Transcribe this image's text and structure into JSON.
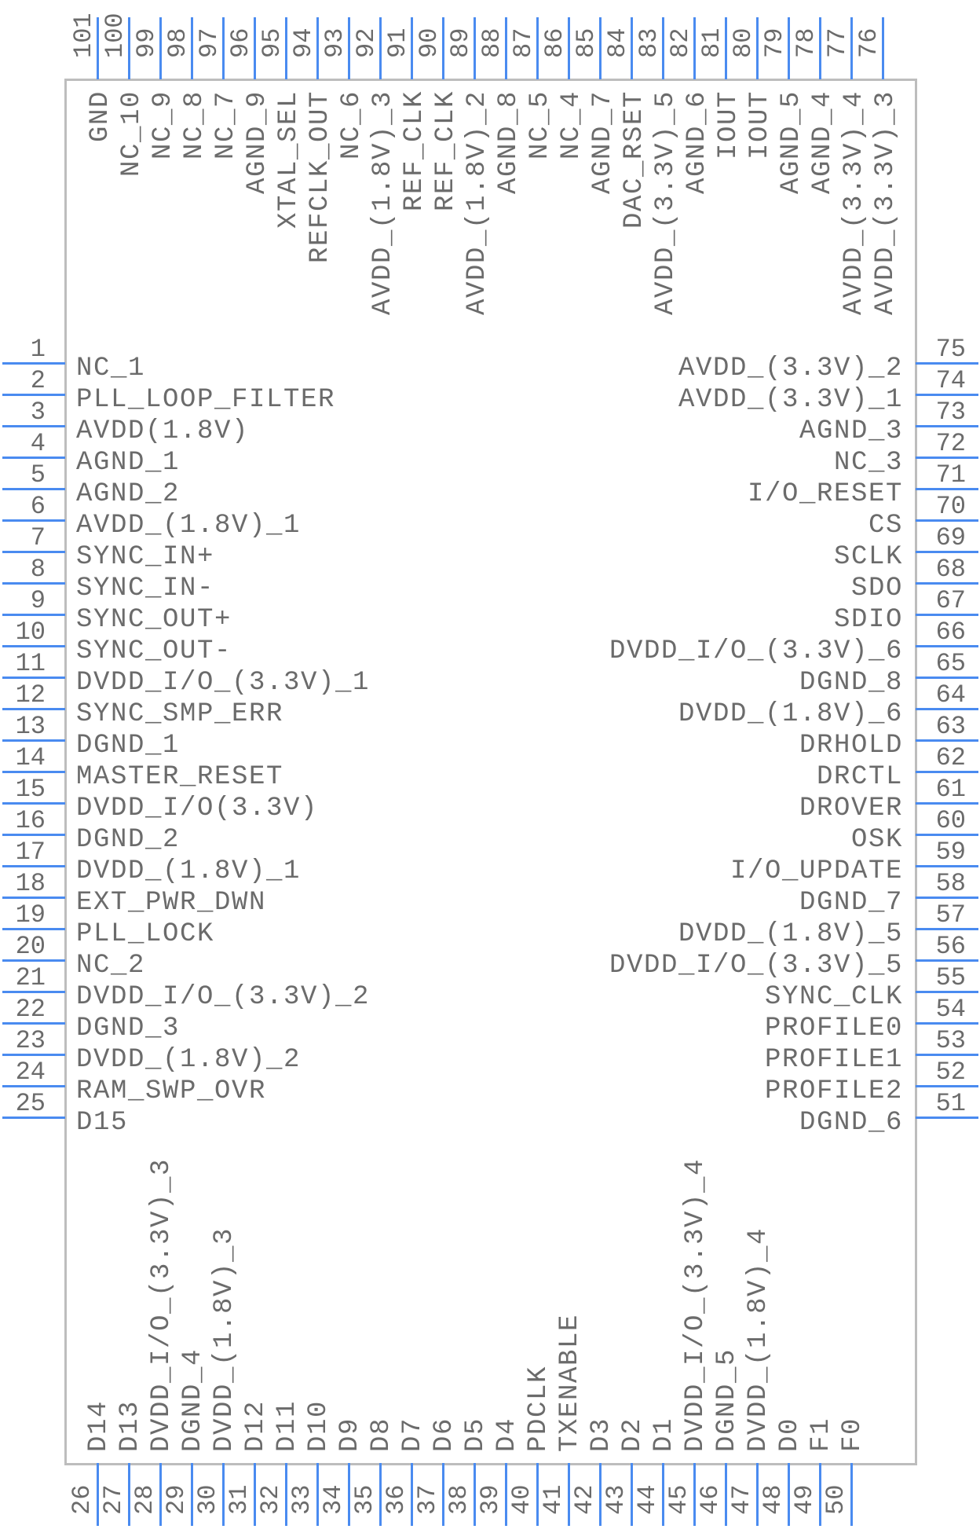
{
  "colors": {
    "pin": "#4a8bf0",
    "body_border": "#bdbdbd",
    "text": "#6b6b6b"
  },
  "pins": {
    "left": [
      {
        "num": "1",
        "name": "NC_1"
      },
      {
        "num": "2",
        "name": "PLL_LOOP_FILTER"
      },
      {
        "num": "3",
        "name": "AVDD(1.8V)"
      },
      {
        "num": "4",
        "name": "AGND_1"
      },
      {
        "num": "5",
        "name": "AGND_2"
      },
      {
        "num": "6",
        "name": "AVDD_(1.8V)_1"
      },
      {
        "num": "7",
        "name": "SYNC_IN+"
      },
      {
        "num": "8",
        "name": "SYNC_IN-"
      },
      {
        "num": "9",
        "name": "SYNC_OUT+"
      },
      {
        "num": "10",
        "name": "SYNC_OUT-"
      },
      {
        "num": "11",
        "name": "DVDD_I/O_(3.3V)_1"
      },
      {
        "num": "12",
        "name": "SYNC_SMP_ERR"
      },
      {
        "num": "13",
        "name": "DGND_1"
      },
      {
        "num": "14",
        "name": "MASTER_RESET"
      },
      {
        "num": "15",
        "name": "DVDD_I/O(3.3V)"
      },
      {
        "num": "16",
        "name": "DGND_2"
      },
      {
        "num": "17",
        "name": "DVDD_(1.8V)_1"
      },
      {
        "num": "18",
        "name": "EXT_PWR_DWN"
      },
      {
        "num": "19",
        "name": "PLL_LOCK"
      },
      {
        "num": "20",
        "name": "NC_2"
      },
      {
        "num": "21",
        "name": "DVDD_I/O_(3.3V)_2"
      },
      {
        "num": "22",
        "name": "DGND_3"
      },
      {
        "num": "23",
        "name": "DVDD_(1.8V)_2"
      },
      {
        "num": "24",
        "name": "RAM_SWP_OVR"
      },
      {
        "num": "25",
        "name": "D15"
      }
    ],
    "right": [
      {
        "num": "75",
        "name": "AVDD_(3.3V)_2"
      },
      {
        "num": "74",
        "name": "AVDD_(3.3V)_1"
      },
      {
        "num": "73",
        "name": "AGND_3"
      },
      {
        "num": "72",
        "name": "NC_3"
      },
      {
        "num": "71",
        "name": "I/O_RESET"
      },
      {
        "num": "70",
        "name": "CS"
      },
      {
        "num": "69",
        "name": "SCLK"
      },
      {
        "num": "68",
        "name": "SDO"
      },
      {
        "num": "67",
        "name": "SDIO"
      },
      {
        "num": "66",
        "name": "DVDD_I/O_(3.3V)_6"
      },
      {
        "num": "65",
        "name": "DGND_8"
      },
      {
        "num": "64",
        "name": "DVDD_(1.8V)_6"
      },
      {
        "num": "63",
        "name": "DRHOLD"
      },
      {
        "num": "62",
        "name": "DRCTL"
      },
      {
        "num": "61",
        "name": "DROVER"
      },
      {
        "num": "60",
        "name": "OSK"
      },
      {
        "num": "59",
        "name": "I/O_UPDATE"
      },
      {
        "num": "58",
        "name": "DGND_7"
      },
      {
        "num": "57",
        "name": "DVDD_(1.8V)_5"
      },
      {
        "num": "56",
        "name": "DVDD_I/O_(3.3V)_5"
      },
      {
        "num": "55",
        "name": "SYNC_CLK"
      },
      {
        "num": "54",
        "name": "PROFILE0"
      },
      {
        "num": "53",
        "name": "PROFILE1"
      },
      {
        "num": "52",
        "name": "PROFILE2"
      },
      {
        "num": "51",
        "name": "DGND_6"
      }
    ],
    "top": [
      {
        "num": "101",
        "name": "GND"
      },
      {
        "num": "100",
        "name": "NC_10"
      },
      {
        "num": "99",
        "name": "NC_9"
      },
      {
        "num": "98",
        "name": "NC_8"
      },
      {
        "num": "97",
        "name": "NC_7"
      },
      {
        "num": "96",
        "name": "AGND_9"
      },
      {
        "num": "95",
        "name": "XTAL_SEL"
      },
      {
        "num": "94",
        "name": "REFCLK_OUT"
      },
      {
        "num": "93",
        "name": "NC_6"
      },
      {
        "num": "92",
        "name": "AVDD_(1.8V)_3"
      },
      {
        "num": "91",
        "name": "REF_CLK"
      },
      {
        "num": "90",
        "name": "REF_CLK"
      },
      {
        "num": "89",
        "name": "AVDD_(1.8V)_2"
      },
      {
        "num": "88",
        "name": "AGND_8"
      },
      {
        "num": "87",
        "name": "NC_5"
      },
      {
        "num": "86",
        "name": "NC_4"
      },
      {
        "num": "85",
        "name": "AGND_7"
      },
      {
        "num": "84",
        "name": "DAC_RSET"
      },
      {
        "num": "83",
        "name": "AVDD_(3.3V)_5"
      },
      {
        "num": "82",
        "name": "AGND_6"
      },
      {
        "num": "81",
        "name": "IOUT"
      },
      {
        "num": "80",
        "name": "IOUT"
      },
      {
        "num": "79",
        "name": "AGND_5"
      },
      {
        "num": "78",
        "name": "AGND_4"
      },
      {
        "num": "77",
        "name": "AVDD_(3.3V)_4"
      },
      {
        "num": "76",
        "name": "AVDD_(3.3V)_3"
      }
    ],
    "bottom": [
      {
        "num": "26",
        "name": "D14"
      },
      {
        "num": "27",
        "name": "D13"
      },
      {
        "num": "28",
        "name": "DVDD_I/O_(3.3V)_3"
      },
      {
        "num": "29",
        "name": "DGND_4"
      },
      {
        "num": "30",
        "name": "DVDD_(1.8V)_3"
      },
      {
        "num": "31",
        "name": "D12"
      },
      {
        "num": "32",
        "name": "D11"
      },
      {
        "num": "33",
        "name": "D10"
      },
      {
        "num": "34",
        "name": "D9"
      },
      {
        "num": "35",
        "name": "D8"
      },
      {
        "num": "36",
        "name": "D7"
      },
      {
        "num": "37",
        "name": "D6"
      },
      {
        "num": "38",
        "name": "D5"
      },
      {
        "num": "39",
        "name": "D4"
      },
      {
        "num": "40",
        "name": "PDCLK"
      },
      {
        "num": "41",
        "name": "TXENABLE"
      },
      {
        "num": "42",
        "name": "D3"
      },
      {
        "num": "43",
        "name": "D2"
      },
      {
        "num": "44",
        "name": "D1"
      },
      {
        "num": "45",
        "name": "DVDD_I/O_(3.3V)_4"
      },
      {
        "num": "46",
        "name": "DGND_5"
      },
      {
        "num": "47",
        "name": "DVDD_(1.8V)_4"
      },
      {
        "num": "48",
        "name": "D0"
      },
      {
        "num": "49",
        "name": "F1"
      },
      {
        "num": "50",
        "name": "F0"
      }
    ]
  }
}
